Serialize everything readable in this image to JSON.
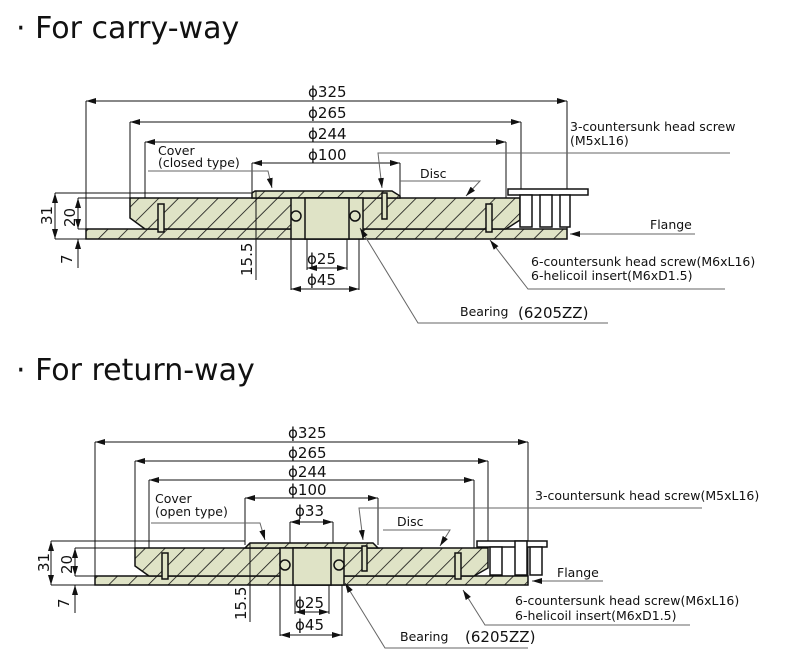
{
  "sections": [
    {
      "title": "· For carry-way",
      "dimensions": {
        "d325": "ϕ325",
        "d265": "ϕ265",
        "d244": "ϕ244",
        "d100": "ϕ100",
        "d25": "ϕ25",
        "d45": "ϕ45",
        "h31": "31",
        "h20": "20",
        "h7": "7",
        "h15_5": "15.5"
      },
      "labels": {
        "cover_line1": "Cover",
        "cover_line2": "(closed type)",
        "disc": "Disc",
        "screw3_line1": "3-countersunk head screw",
        "screw3_line2": "(M5xL16)",
        "flange": "Flange",
        "screw6_line1": "6-countersunk head screw(M6xL16)",
        "screw6_line2": "6-helicoil insert(M6xD1.5)",
        "bearing": "Bearing",
        "bearing_code": "(6205ZZ)"
      }
    },
    {
      "title": "· For return-way",
      "dimensions": {
        "d325": "ϕ325",
        "d265": "ϕ265",
        "d244": "ϕ244",
        "d100": "ϕ100",
        "d33": "ϕ33",
        "d25": "ϕ25",
        "d45": "ϕ45",
        "h31": "31",
        "h20": "20",
        "h7": "7",
        "h15_5": "15.5"
      },
      "labels": {
        "cover_line1": "Cover",
        "cover_line2": "(open type)",
        "disc": "Disc",
        "screw3": "3-countersunk head screw(M5xL16)",
        "flange": "Flange",
        "screw6_line1": "6-countersunk head screw(M6xL16)",
        "screw6_line2": "6-helicoil insert(M6xD1.5)",
        "bearing": "Bearing",
        "bearing_code": "(6205ZZ)"
      }
    }
  ],
  "colors": {
    "body_fill": "#dfe3c6",
    "line": "#111111"
  }
}
